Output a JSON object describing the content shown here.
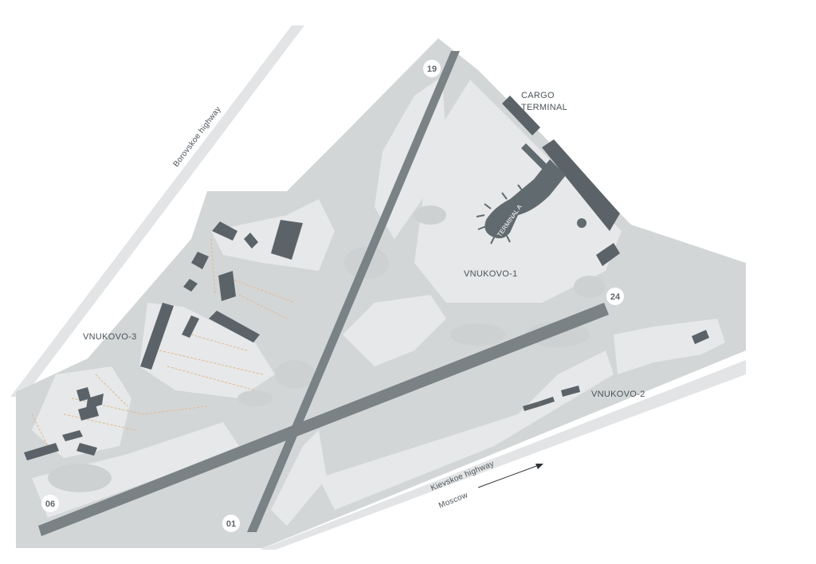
{
  "map": {
    "colors": {
      "background": "#ffffff",
      "highway": "#e2e4e5",
      "airfield_outer": "#d3d6d7",
      "airfield_inner": "#e6e8e9",
      "apron_patch": "#cdd1d2",
      "runway": "#7a8286",
      "building": "#5b6368",
      "terminal": "#616a6f",
      "taxi_marking": "#e2b98c",
      "label": "#4b5359"
    },
    "highways": [
      {
        "id": "borovskoe",
        "label": "Borovskoe highway"
      },
      {
        "id": "kievskoe",
        "label": "Kievskoe highway"
      }
    ],
    "direction": {
      "label": "Moscow"
    },
    "areas": {
      "vnukovo1": "VNUKOVO-1",
      "vnukovo2": "VNUKOVO-2",
      "vnukovo3": "VNUKOVO-3",
      "cargo_line1": "CARGO",
      "cargo_line2": "TERMINAL",
      "terminal_a": "TERMINAL A"
    },
    "runway_markers": [
      {
        "label": "19"
      },
      {
        "label": "01"
      },
      {
        "label": "24"
      },
      {
        "label": "06"
      }
    ]
  }
}
